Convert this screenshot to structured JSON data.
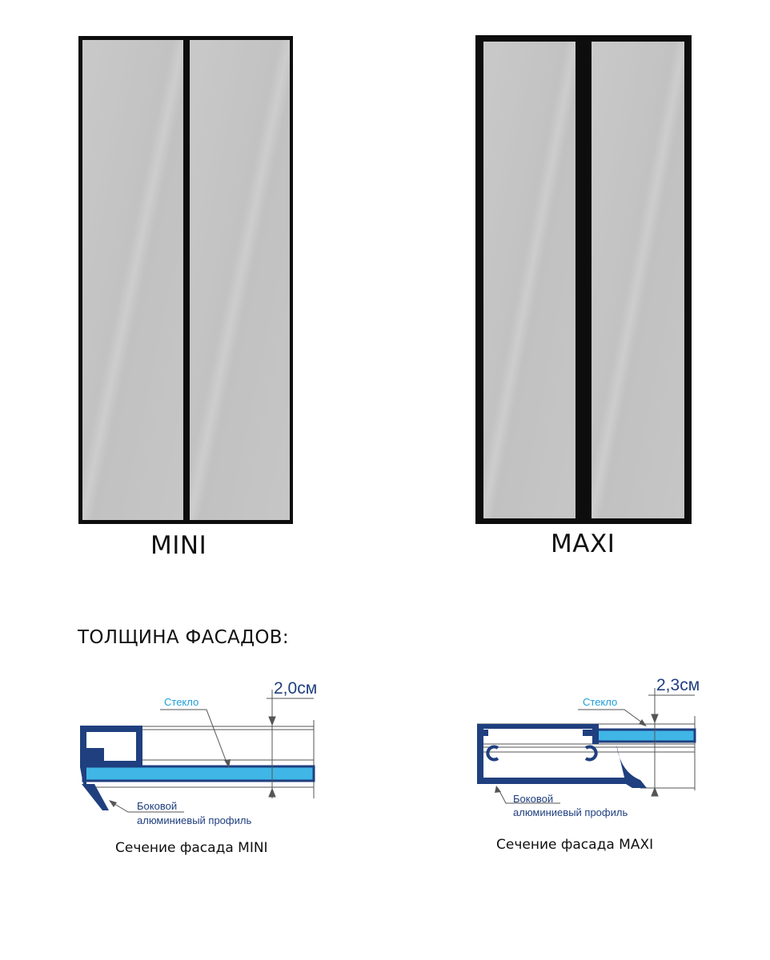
{
  "doors": {
    "mini": {
      "label": "MINI"
    },
    "maxi": {
      "label": "MAXI"
    }
  },
  "section_heading": "ТОЛЩИНА ФАСАДОВ:",
  "sections": {
    "mini": {
      "thickness": "2,0см",
      "glass_label": "Стекло",
      "profile_label_line1": "Боковой",
      "profile_label_line2": "алюминиевый профиль",
      "caption": "Сечение фасада MINI"
    },
    "maxi": {
      "thickness": "2,3см",
      "glass_label": "Стекло",
      "profile_label_line1": "Боковой",
      "profile_label_line2": "алюминиевый профиль",
      "caption": "Сечение фасада MAXI"
    }
  },
  "colors": {
    "frame": "#0d0d0d",
    "glass": "#c4c4c4",
    "profile": "#1f3f7f",
    "glass_section": "#3fb6e6"
  }
}
